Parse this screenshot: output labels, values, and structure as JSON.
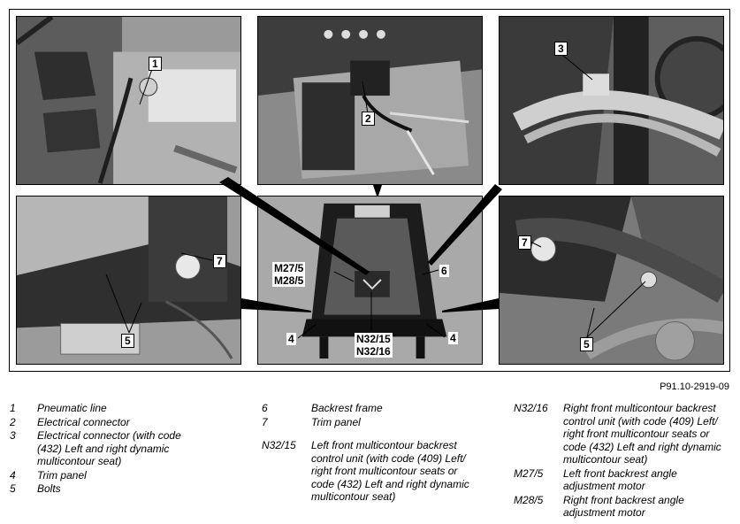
{
  "figure_id": "P91.10-2919-09",
  "callouts": {
    "c1": "1",
    "c2": "2",
    "c3": "3",
    "c4a": "4",
    "c4b": "4",
    "c5a": "5",
    "c5b": "5",
    "c6": "6",
    "c7a": "7",
    "c7b": "7",
    "m275": "M27/5",
    "m285": "M28/5",
    "n3215": "N32/15",
    "n3216": "N32/16"
  },
  "legend": {
    "col1": [
      {
        "key": "1",
        "text": "Pneumatic line"
      },
      {
        "key": "2",
        "text": "Electrical connector"
      },
      {
        "key": "3",
        "text": "Electrical connector (with code (432) Left and right dynamic multicontour seat)"
      },
      {
        "key": "4",
        "text": "Trim panel"
      },
      {
        "key": "5",
        "text": "Bolts"
      }
    ],
    "col2": [
      {
        "key": "6",
        "text": "Backrest frame"
      },
      {
        "key": "7",
        "text": "Trim panel"
      },
      {
        "key": "N32/15",
        "text": "Left front multicontour backrest control unit (with code (409) Left/ right front multicontour seats or code (432) Left and right dynamic multicontour seat)"
      }
    ],
    "col3": [
      {
        "key": "N32/16",
        "text": "Right front multicontour backrest control unit (with code (409) Left/ right front multicontour seats or code (432) Left and right dynamic multicontour seat)"
      },
      {
        "key": "M27/5",
        "text": "Left front backrest angle adjustment motor"
      },
      {
        "key": "M28/5",
        "text": "Right front backrest angle adjustment motor"
      }
    ]
  }
}
